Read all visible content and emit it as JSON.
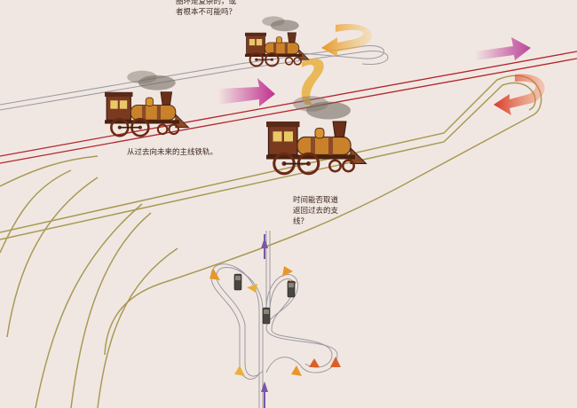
{
  "captions": {
    "top": "圈环是复杂的，或\n者根本不可能吗？",
    "mainline": "从过去向未来的主线铁轨。",
    "loop": "时间能否取道\n返回过去的支\n线？"
  },
  "colors": {
    "background": "#f1e7e2",
    "mainline_track": "#b3262c",
    "branch_track": "#a89a55",
    "gray_track": "#9a9aa0",
    "arrow_magenta": "#c0308f",
    "arrow_orange": "#e8962a",
    "arrow_red": "#d83a2a",
    "arrow_purple": "#7a55a8",
    "locomotive_body": "#8a4a2a",
    "locomotive_gold": "#c9822a"
  },
  "icons": [
    "locomotive-icon",
    "arrow-right-icon",
    "curved-arrow-icon",
    "smoke-icon"
  ]
}
